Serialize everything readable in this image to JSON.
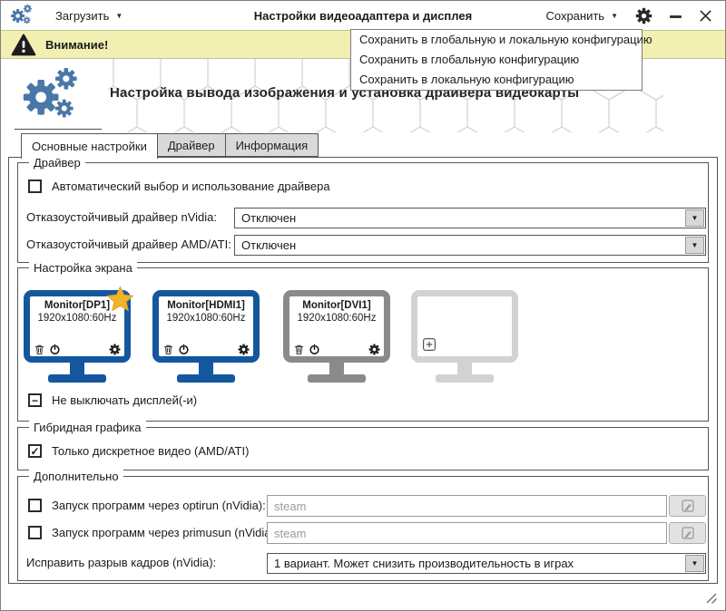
{
  "titlebar": {
    "load_label": "Загрузить",
    "title": "Настройки видеоадаптера и дисплея",
    "save_label": "Сохранить"
  },
  "save_menu": {
    "items": [
      "Сохранить в глобальную и локальную конфигурацию",
      "Сохранить в глобальную конфигурацию",
      "Сохранить в локальную конфигурацию"
    ]
  },
  "warning": {
    "text": "Внимание!"
  },
  "header": {
    "heading": "Настройка вывода изображения и установка драйвера видеокарты"
  },
  "tabs": [
    {
      "label": "Основные настройки",
      "active": true
    },
    {
      "label": "Драйвер",
      "active": false
    },
    {
      "label": "Информация",
      "active": false
    }
  ],
  "driver": {
    "legend": "Драйвер",
    "auto_label": "Автоматический выбор и использование драйвера",
    "nvidia_label": "Отказоустойчивый драйвер nVidia:",
    "nvidia_value": "Отключен",
    "amd_label": "Отказоустойчивый драйвер AMD/ATI:",
    "amd_value": "Отключен"
  },
  "screen": {
    "legend": "Настройка экрана",
    "monitors": [
      {
        "name": "Monitor[DP1]",
        "mode": "1920x1080:60Hz",
        "state": "primary"
      },
      {
        "name": "Monitor[HDMI1]",
        "mode": "1920x1080:60Hz",
        "state": "active"
      },
      {
        "name": "Monitor[DVI1]",
        "mode": "1920x1080:60Hz",
        "state": "inactive"
      },
      {
        "name": "",
        "mode": "",
        "state": "add-placeholder"
      }
    ],
    "keep_on_label": "Не выключать дисплей(-и)"
  },
  "hybrid": {
    "legend": "Гибридная графика",
    "discrete_label": "Только дискретное видео (AMD/ATI)"
  },
  "extra": {
    "legend": "Дополнительно",
    "optirun_label": "Запуск программ через optirun (nVidia):",
    "optirun_placeholder": "steam",
    "primusun_label": "Запуск программ через primusun (nVidia):",
    "primusun_placeholder": "steam",
    "tearing_label": "Исправить разрыв кадров (nVidia):",
    "tearing_value": "1 вариант. Может снизить производительность в играх"
  },
  "icons": {
    "caret_down": "▼",
    "combo_arrow": "▼",
    "check": "✓",
    "indeterminate": "−"
  },
  "colors": {
    "accent_blue": "#15579E",
    "logo_blue": "#4A77A8",
    "warning_bg": "#F2EFB3",
    "warning_border": "#C6C28F",
    "star_gold": "#F0B42A",
    "monitor_inactive": "#8A8A8A",
    "monitor_placeholder": "#D2D2D2",
    "tab_inactive_bg": "#D9D9D9"
  }
}
